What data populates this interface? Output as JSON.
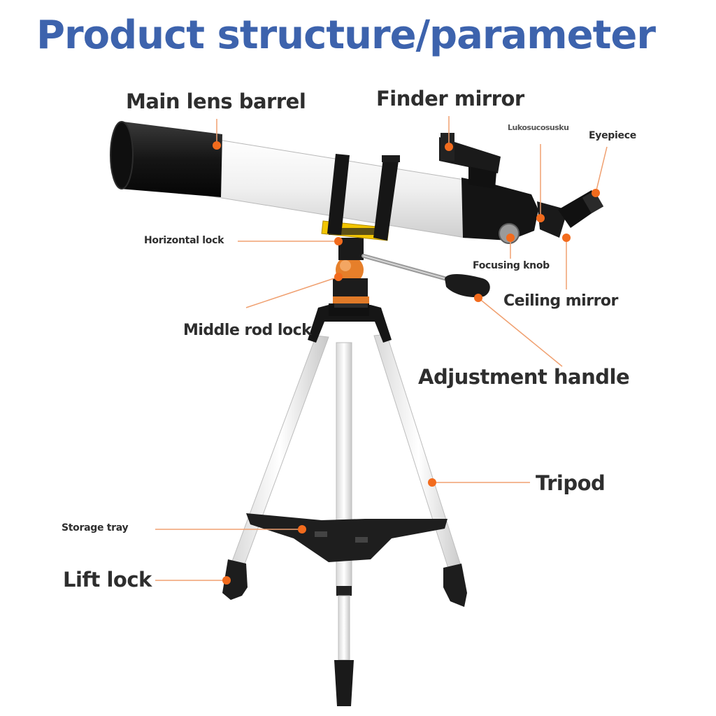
{
  "title": "Product structure/parameter",
  "colors": {
    "title": "#3d63ad",
    "callout_dot": "#f26b1d",
    "callout_line": "#f0a070",
    "tube_white": "#f2f2f2",
    "black": "#1c1c1c",
    "mount_gold": "#f2c500"
  },
  "labels": {
    "main_lens_barrel": "Main lens barrel",
    "finder_mirror": "Finder mirror",
    "unreadable_small_label": "Lukosucosusku",
    "eyepiece": "Eyepiece",
    "horizontal_lock": "Horizontal lock",
    "focusing_knob": "Focusing knob",
    "ceiling_mirror": "Ceiling mirror",
    "middle_rod_lock": "Middle rod lock",
    "adjustment_handle": "Adjustment handle",
    "tripod": "Tripod",
    "storage_tray": "Storage tray",
    "lift_lock": "Lift lock"
  }
}
